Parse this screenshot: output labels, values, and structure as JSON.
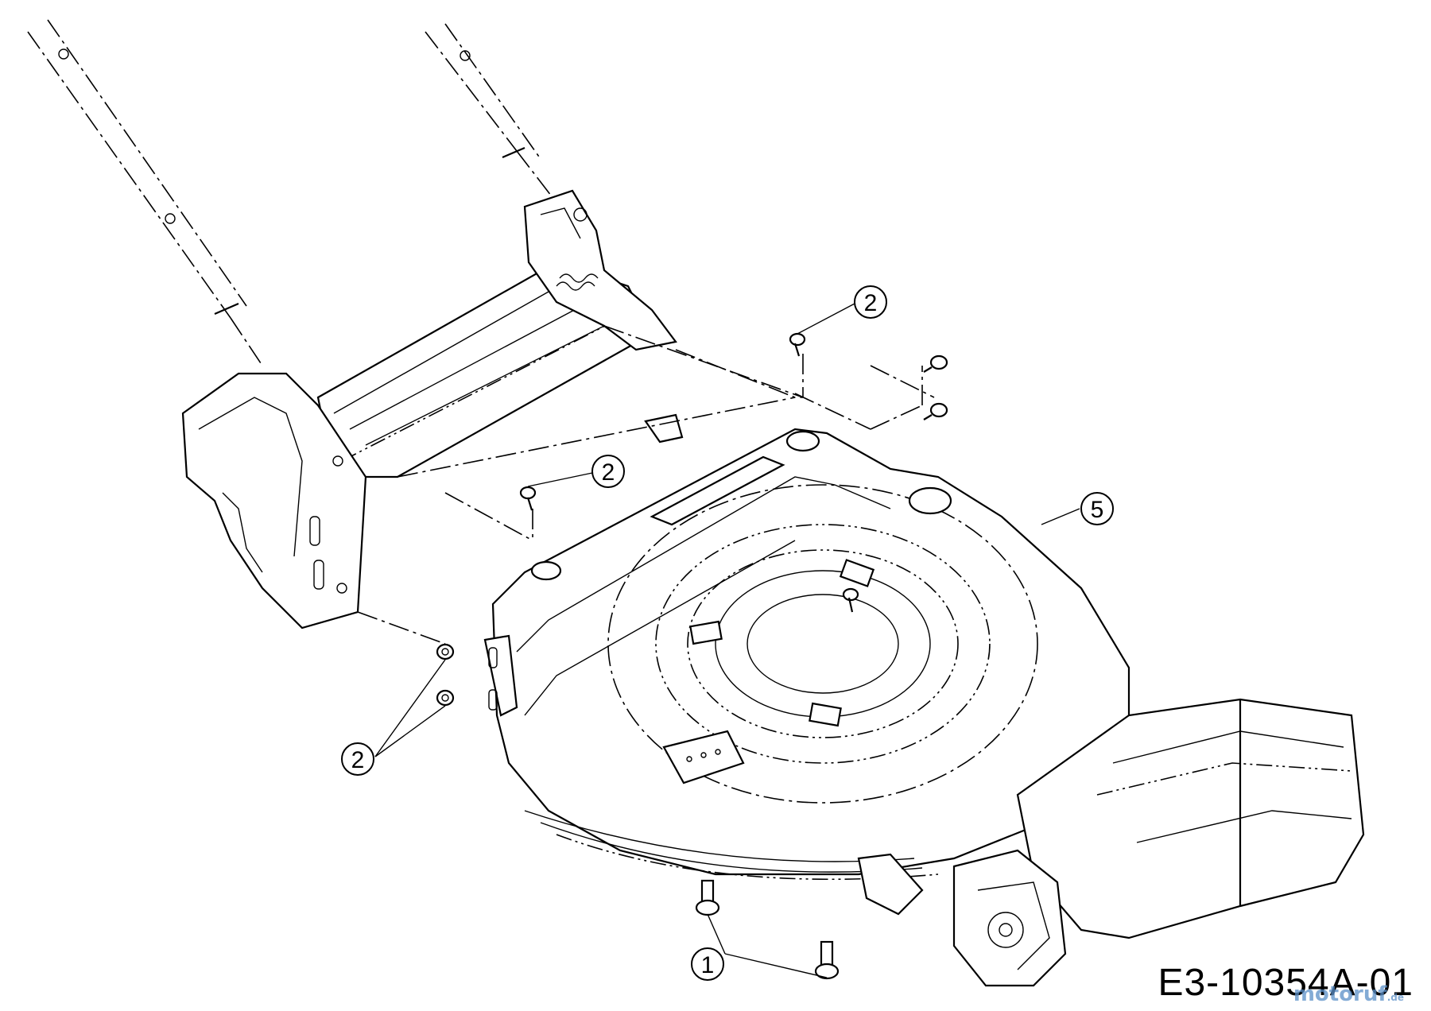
{
  "diagram": {
    "drawing_number": "E3-10354A-01",
    "watermark": {
      "brand": "motoruf",
      "suffix": ".de"
    },
    "callouts": [
      {
        "label": "2",
        "part": "screw"
      },
      {
        "label": "2",
        "part": "screw"
      },
      {
        "label": "2",
        "part": "screw"
      },
      {
        "label": "5",
        "part": "mower deck"
      },
      {
        "label": "1",
        "part": "bolt"
      }
    ],
    "components": [
      "handle-tubes",
      "rear-axle-frame",
      "mower-deck",
      "discharge-chute",
      "front-wheel-bracket"
    ]
  }
}
